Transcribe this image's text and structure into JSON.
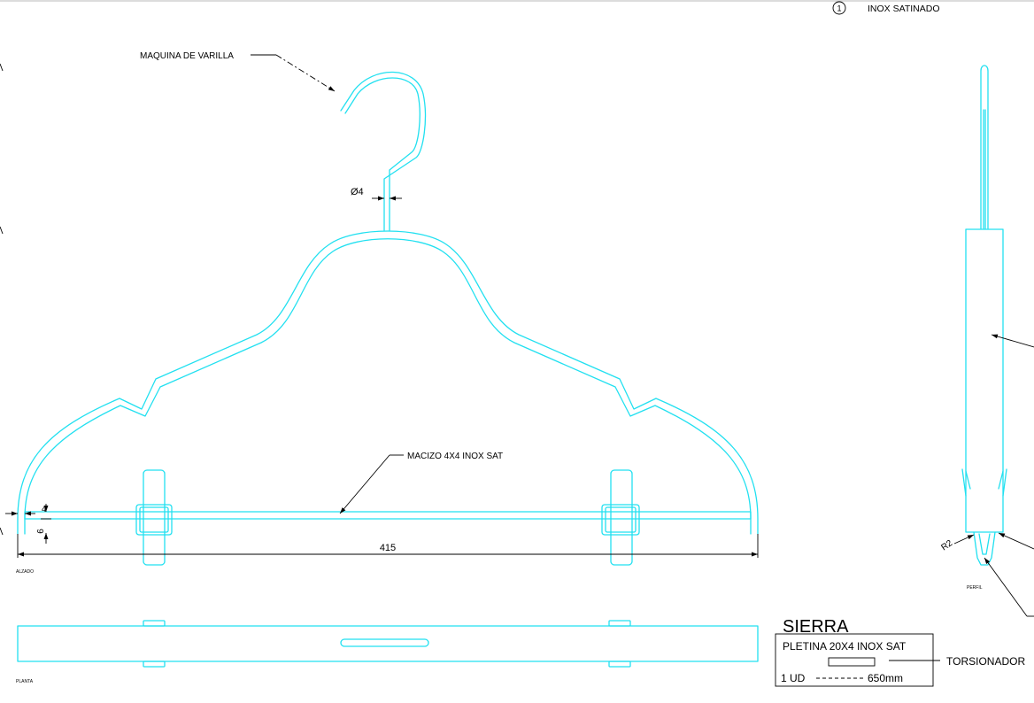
{
  "material_list": {
    "item_number": "1",
    "material": "INOX SATINADO"
  },
  "front_view": {
    "caption": "ALZADO",
    "hook_note": "MAQUINA DE VARILLA",
    "rod_note": "MACIZO 4X4 INOX SAT",
    "hook_diameter": "Ø4",
    "width_dimension": "415",
    "rod_dim_a": "4",
    "rod_dim_b": "6"
  },
  "top_view": {
    "caption": "PLANTA"
  },
  "side_view": {
    "caption": "PERFIL",
    "radius_label": "R2"
  },
  "cut_list": {
    "process": "SIERRA",
    "material": "PLETINA 20X4 INOX SAT",
    "quantity": "1 UD",
    "length": "650mm",
    "machine": "TORSIONADOR"
  },
  "colors": {
    "geometry": "#22e0f0",
    "annotation": "#000000",
    "background": "#ffffff"
  }
}
